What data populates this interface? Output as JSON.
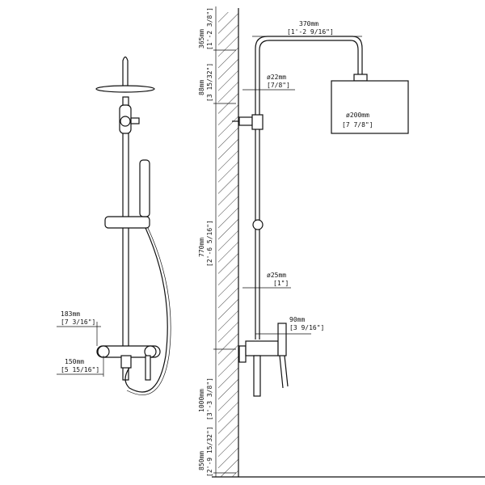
{
  "dimensions": {
    "arm_length": {
      "mm": "370mm",
      "in": "[1'-2 9/16\"]"
    },
    "top_height": {
      "mm": "365mm",
      "in": "[1'-2 3/8\"]"
    },
    "bracket_offset": {
      "mm": "88mm",
      "in": "[3 15/32\"]"
    },
    "arm_pipe_dia": {
      "mm": "ø22mm",
      "in": "[7/8\"]"
    },
    "head_dia": {
      "mm": "ø200mm",
      "in": "[7 7/8\"]"
    },
    "rail_length": {
      "mm": "770mm",
      "in": "[2'-6 5/16\"]"
    },
    "rail_pipe_dia": {
      "mm": "ø25mm",
      "in": "[1\"]"
    },
    "mixer_projection": {
      "mm": "90mm",
      "in": "[3 9/16\"]"
    },
    "mixer_width": {
      "mm": "183mm",
      "in": "[7 3/16\"]"
    },
    "inlet_centers": {
      "mm": "150mm",
      "in": "[5 15/16\"]"
    },
    "mixer_height_max": {
      "mm": "1000mm",
      "in": "[3'-3 3/8\"]"
    },
    "mixer_height_min": {
      "mm": "850mm",
      "in": "[2'-9 15/32\"]"
    }
  },
  "colors": {
    "line": "#111111",
    "background": "#ffffff"
  }
}
